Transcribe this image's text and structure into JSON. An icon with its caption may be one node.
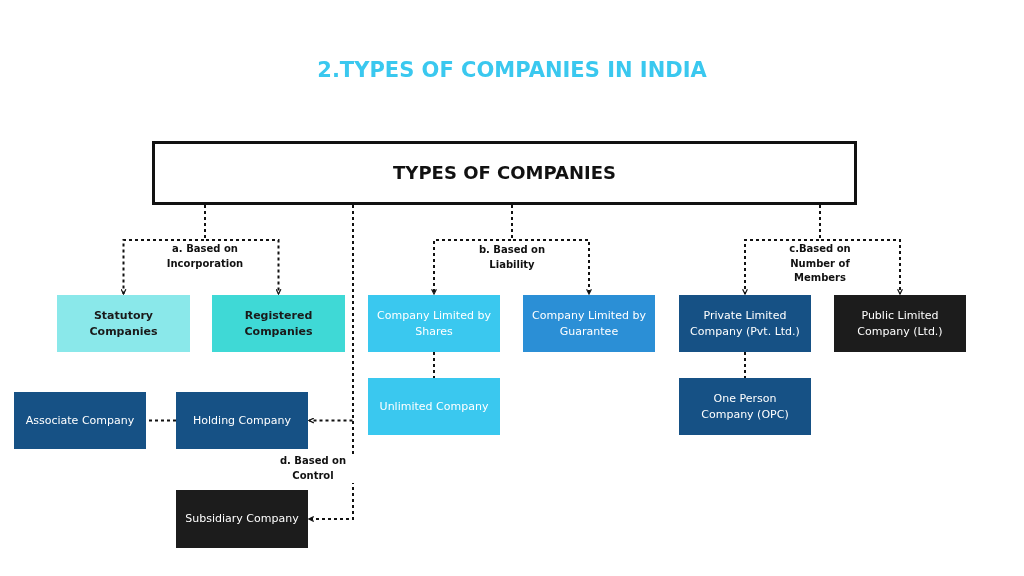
{
  "diagram": {
    "title": "2.TYPES OF COMPANIES IN INDIA",
    "nodes": [
      {
        "text": [
          "TYPES OF COMPANIES"
        ]
      },
      {
        "text": [
          "Statutory Companies"
        ]
      },
      {
        "text": [
          "Registered Companies"
        ]
      },
      {
        "text": [
          "Company Limited by Shares"
        ]
      },
      {
        "text": [
          "Company Limited by Guarantee"
        ]
      },
      {
        "text": [
          "Private Limited Company (Pvt. Ltd.)"
        ]
      },
      {
        "text": [
          "Public Limited Company (Ltd.)"
        ]
      },
      {
        "text": [
          "Unlimited Company"
        ]
      },
      {
        "text": [
          "One Person Company (OPC)"
        ]
      },
      {
        "text": [
          "Associate Company"
        ]
      },
      {
        "text": [
          "Holding Company"
        ]
      },
      {
        "text": [
          "Subsidiary Company"
        ]
      }
    ],
    "edges": [
      {
        "from": 0,
        "to": 1,
        "arrow": "to",
        "style": "dashed"
      },
      {
        "from": 0,
        "to": 2,
        "arrow": "to",
        "style": "dashed"
      },
      {
        "from": 0,
        "to": 3,
        "arrow": "to",
        "style": "dashed"
      },
      {
        "from": 0,
        "to": 4,
        "arrow": "to",
        "style": "dashed"
      },
      {
        "from": 0,
        "to": 5,
        "arrow": "to",
        "style": "dashed"
      },
      {
        "from": 0,
        "to": 6,
        "arrow": "to",
        "style": "dashed"
      },
      {
        "from": 3,
        "to": 7,
        "arrow": "none",
        "style": "dashed"
      },
      {
        "from": 5,
        "to": 8,
        "arrow": "none",
        "style": "dashed"
      },
      {
        "from": 0,
        "to": 10,
        "arrow": "to",
        "style": "dashed"
      },
      {
        "from": 0,
        "to": 11,
        "arrow": "to",
        "style": "dashed"
      },
      {
        "from": 10,
        "to": 9,
        "arrow": "none",
        "style": "dashed"
      }
    ],
    "labels": [
      "a. Based on Incorporation",
      "b. Based on Liability",
      "c.Based on Number of Members",
      "d. Based on Control"
    ]
  }
}
